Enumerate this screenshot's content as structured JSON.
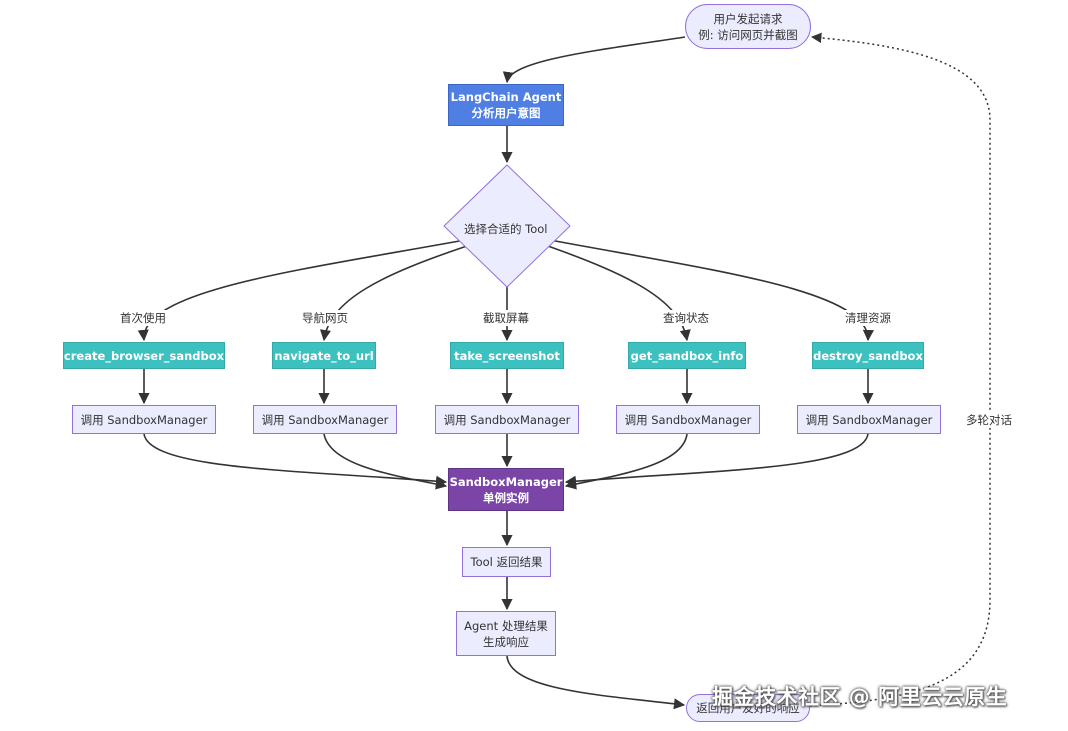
{
  "nodes": {
    "user_request": {
      "line1": "用户发起请求",
      "line2": "例: 访问网页并截图"
    },
    "agent": {
      "line1": "LangChain Agent",
      "line2": "分析用户意图"
    },
    "decision": {
      "text": "选择合适的 Tool"
    },
    "tools": [
      {
        "name": "create_browser_sandbox",
        "edge_label": "首次使用",
        "call": "调用 SandboxManager"
      },
      {
        "name": "navigate_to_url",
        "edge_label": "导航网页",
        "call": "调用 SandboxManager"
      },
      {
        "name": "take_screenshot",
        "edge_label": "截取屏幕",
        "call": "调用 SandboxManager"
      },
      {
        "name": "get_sandbox_info",
        "edge_label": "查询状态",
        "call": "调用 SandboxManager"
      },
      {
        "name": "destroy_sandbox",
        "edge_label": "清理资源",
        "call": "调用 SandboxManager"
      }
    ],
    "manager": {
      "line1": "SandboxManager",
      "line2": "单例实例"
    },
    "tool_result": {
      "text": "Tool 返回结果"
    },
    "agent_process": {
      "line1": "Agent 处理结果",
      "line2": "生成响应"
    },
    "response": {
      "text": "返回用户友好的响应"
    }
  },
  "loop_label": "多轮对话",
  "watermark": "掘金技术社区 @ 阿里云云原生",
  "colors": {
    "agent": "#4F7FE3",
    "tool": "#3DC1C0",
    "manager": "#7B45A8",
    "plain_fill": "#ECECFF",
    "plain_border": "#9370DB",
    "edge": "#333333"
  }
}
